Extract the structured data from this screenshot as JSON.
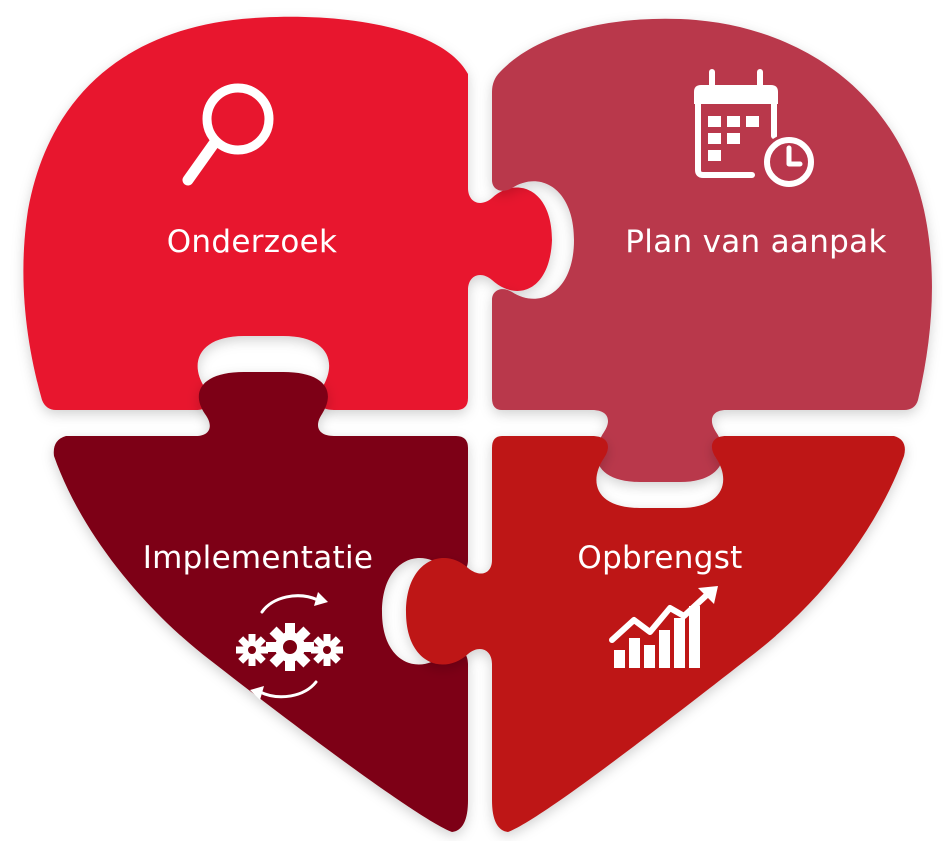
{
  "pieces": [
    {
      "label": "Onderzoek",
      "icon": "magnifier-icon",
      "color": "#E8162F"
    },
    {
      "label": "Plan van aanpak",
      "icon": "calendar-clock-icon",
      "color": "#B9374C"
    },
    {
      "label": "Implementatie",
      "icon": "gears-cycle-icon",
      "color": "#7D0012"
    },
    {
      "label": "Opbrengst",
      "icon": "growth-chart-icon",
      "color": "#BE1618"
    }
  ]
}
